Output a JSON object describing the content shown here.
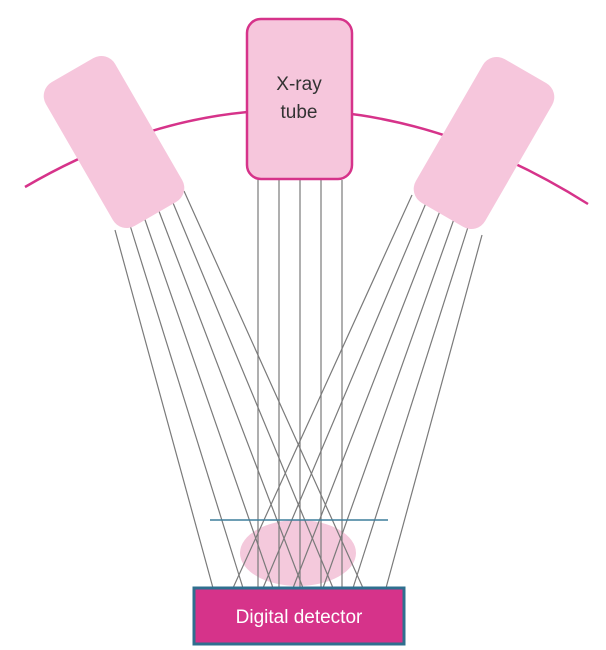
{
  "diagram": {
    "tube_label_line1": "X-ray",
    "tube_label_line2": "tube",
    "detector_label": "Digital detector"
  },
  "colors": {
    "arc": "#d6338a",
    "tube_fill": "#f6c6dc",
    "center_tube_stroke": "#d6338a",
    "beam": "#7a7a7a",
    "compression_line": "#3f7f9c",
    "breast_fill": "#f2bfd6",
    "detector_fill": "#d6338a",
    "detector_stroke": "#2f6f8f",
    "detector_text": "#ffffff"
  }
}
